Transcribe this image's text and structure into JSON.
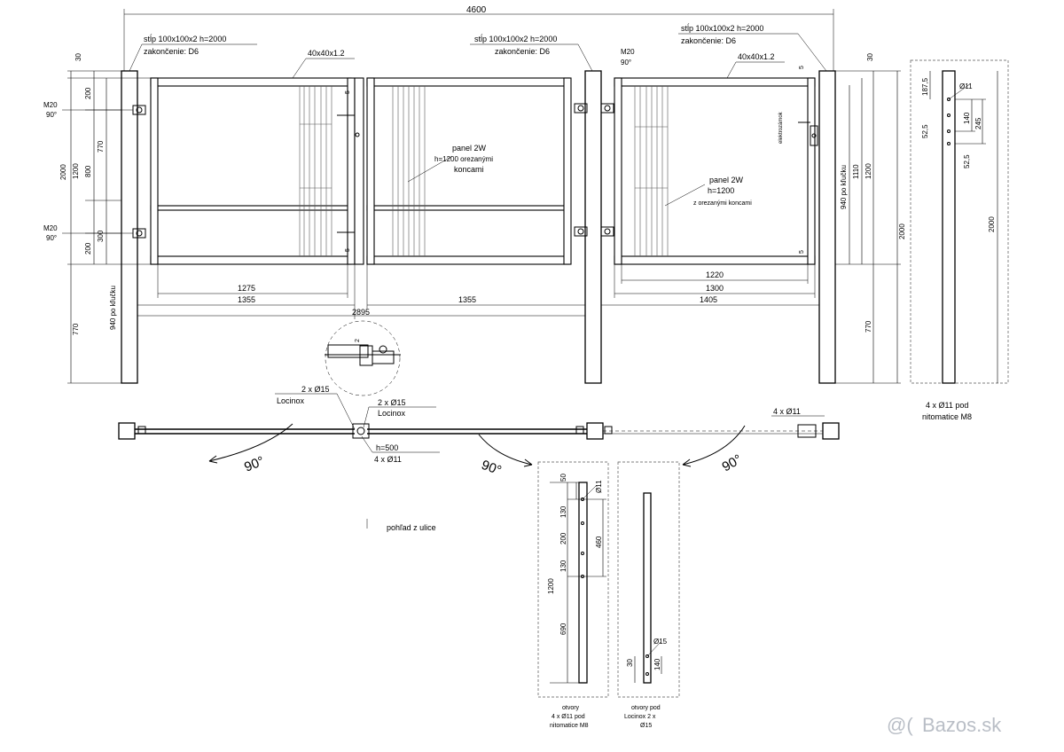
{
  "overall_width": "4600",
  "posts": {
    "left_label": [
      "stĺp 100x100x2 h=2000",
      "zakončenie: D6"
    ],
    "middle_label": [
      "stĺp 100x100x2 h=2000",
      "zakončenie: D6"
    ],
    "right_label": [
      "stĺp 100x100x2 h=2000",
      "zakončenie: D6"
    ]
  },
  "profile_labels": {
    "left": "40x40x1.2",
    "right": "40x40x1.2"
  },
  "hinge_labels": {
    "left_top": [
      "M20",
      "90°"
    ],
    "left_bottom": [
      "M20",
      "90°"
    ],
    "middle_top": [
      "M20",
      "90°"
    ]
  },
  "left_dims": [
    "30",
    "200",
    "770",
    "200",
    "300",
    "1200",
    "800",
    "2000",
    "770",
    "940 po kľučku"
  ],
  "panel_labels": {
    "left": [
      "panel 2W",
      "h=1200 orezanými",
      "koncami"
    ],
    "right": [
      "panel 2W",
      "h=1200",
      "z orezanými koncami"
    ]
  },
  "lock_label": "elektrozámok",
  "gap_marks": [
    "5",
    "5",
    "5",
    "5"
  ],
  "bottom_dims": {
    "d1275": "1275",
    "d1355a": "1355",
    "d1355b": "1355",
    "d2895": "2895",
    "d1220": "1220",
    "d1300": "1300",
    "d1405": "1405"
  },
  "right_dims": [
    "30",
    "940 po kľučku",
    "1110",
    "1200",
    "2000",
    "770"
  ],
  "post_detail": {
    "dims": [
      "187,5",
      "Ø11",
      "52,5",
      "140",
      "245",
      "52,5",
      "2000"
    ],
    "caption": [
      "4 x Ø11 pod",
      "nitomatice M8"
    ]
  },
  "plan_view": {
    "left_note": [
      "2 x Ø15",
      "Locinox"
    ],
    "right_note": [
      "2 x Ø15",
      "Locinox"
    ],
    "h_note": "h=500",
    "holes_note": "4 x Ø11",
    "right_holes": "4 x Ø11",
    "angles": [
      "90°",
      "90°",
      "90°"
    ],
    "detail_number": "2",
    "street_view": "pohľad z ulice"
  },
  "bar_detail_1": {
    "dims": [
      "50",
      "Ø11",
      "130",
      "200",
      "130",
      "460",
      "1200",
      "690"
    ],
    "caption": [
      "otvory",
      "4 x Ø11 pod",
      "nitomatice M8"
    ]
  },
  "bar_detail_2": {
    "dims": [
      "Ø15",
      "30",
      "140"
    ],
    "caption": [
      "otvory pod",
      "Locinox 2 x",
      "Ø15"
    ]
  },
  "watermark": "Bazos.sk",
  "colors": {
    "line": "#000000",
    "watermark": "#b9bec6"
  }
}
